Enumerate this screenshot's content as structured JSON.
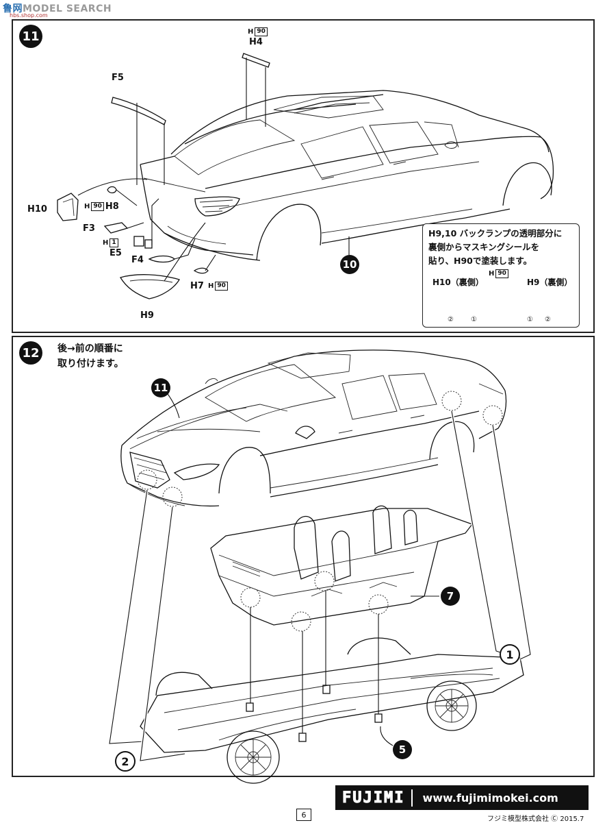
{
  "watermark": {
    "text": "MODEL SEARCH",
    "logo": "鲁网",
    "sub": "hbs.shop.com"
  },
  "step11": {
    "number": "11",
    "parts": {
      "h4": {
        "color_code": "H",
        "color_num": "90",
        "label": "H4"
      },
      "f5": "F5",
      "h10": "H10",
      "h8": {
        "color_code": "H",
        "color_num": "90",
        "label": "H8"
      },
      "f3": "F3",
      "e5": {
        "color_code": "H",
        "color_num": "1",
        "label": "E5"
      },
      "f4": "F4",
      "h7": {
        "label": "H7",
        "color_code": "H",
        "color_num": "90"
      },
      "h9": "H9"
    },
    "body_callout": "10",
    "note": {
      "lines": [
        "H9,10 バックランプの透明部分に",
        "裏側からマスキングシールを",
        "貼り、H90で塗装します。"
      ],
      "left_label": "H10（裏側）",
      "right_label": "H9（裏側）",
      "paint_code": "H",
      "paint_num": "90",
      "mark_1": "①",
      "mark_2": "②"
    }
  },
  "step12": {
    "number": "12",
    "instruction_lines": [
      "後→前の順番に",
      "取り付けます。"
    ],
    "body_callout": "11",
    "interior_callout": "7",
    "chassis_callout": "5",
    "ring_1": "1",
    "ring_2": "2"
  },
  "footer": {
    "brand": "FUJIMI",
    "url": "www.fujimimokei.com",
    "page": "6",
    "copyright": "フジミ模型株式会社 Ⓒ 2015.7"
  }
}
